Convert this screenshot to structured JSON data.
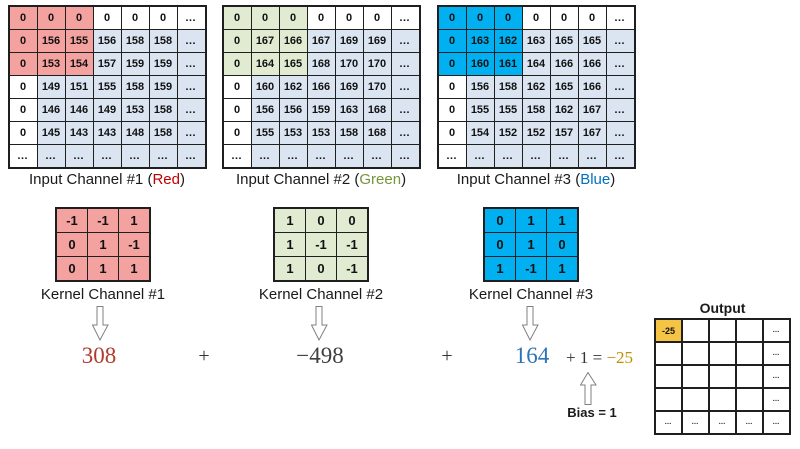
{
  "colors": {
    "pink": "#F4A2A0",
    "light_blue": "#DBE5F1",
    "light_green": "#E1EBD2",
    "bright_blue": "#00B0F0",
    "orange": "#F6C445",
    "red_text": "#C00000",
    "green_text": "#77933C",
    "blue_text": "#0070C0",
    "sum_red": "#B03A2E",
    "sum_dark": "#3F3F3F",
    "sum_blue": "#2E74B5",
    "sum_gold": "#BF8F00"
  },
  "icons": {
    "down_arrow": "hollow-block-arrow-down",
    "up_arrow": "hollow-block-arrow-up"
  },
  "channels": [
    {
      "label_prefix": "Input Channel #1 (",
      "label_color": "Red",
      "label_suffix": ")",
      "rows": [
        [
          "0",
          "0",
          "0",
          "0",
          "0",
          "0",
          "…"
        ],
        [
          "0",
          "156",
          "155",
          "156",
          "158",
          "158",
          "…"
        ],
        [
          "0",
          "153",
          "154",
          "157",
          "159",
          "159",
          "…"
        ],
        [
          "0",
          "149",
          "151",
          "155",
          "158",
          "159",
          "…"
        ],
        [
          "0",
          "146",
          "146",
          "149",
          "153",
          "158",
          "…"
        ],
        [
          "0",
          "145",
          "143",
          "143",
          "148",
          "158",
          "…"
        ],
        [
          "…",
          "…",
          "…",
          "…",
          "…",
          "…",
          "…"
        ]
      ],
      "cell_bg": [
        [
          "h",
          "h",
          "h",
          "w",
          "w",
          "w",
          "w"
        ],
        [
          "h",
          "h",
          "h",
          "b",
          "b",
          "b",
          "b"
        ],
        [
          "h",
          "h",
          "h",
          "b",
          "b",
          "b",
          "b"
        ],
        [
          "w",
          "b",
          "b",
          "b",
          "b",
          "b",
          "b"
        ],
        [
          "w",
          "b",
          "b",
          "b",
          "b",
          "b",
          "b"
        ],
        [
          "w",
          "b",
          "b",
          "b",
          "b",
          "b",
          "b"
        ],
        [
          "w",
          "b",
          "b",
          "b",
          "b",
          "b",
          "b"
        ]
      ]
    },
    {
      "label_prefix": "Input Channel #2 (",
      "label_color": "Green",
      "label_suffix": ")",
      "rows": [
        [
          "0",
          "0",
          "0",
          "0",
          "0",
          "0",
          "…"
        ],
        [
          "0",
          "167",
          "166",
          "167",
          "169",
          "169",
          "…"
        ],
        [
          "0",
          "164",
          "165",
          "168",
          "170",
          "170",
          "…"
        ],
        [
          "0",
          "160",
          "162",
          "166",
          "169",
          "170",
          "…"
        ],
        [
          "0",
          "156",
          "156",
          "159",
          "163",
          "168",
          "…"
        ],
        [
          "0",
          "155",
          "153",
          "153",
          "158",
          "168",
          "…"
        ],
        [
          "…",
          "…",
          "…",
          "…",
          "…",
          "…",
          "…"
        ]
      ],
      "cell_bg": [
        [
          "h",
          "h",
          "h",
          "w",
          "w",
          "w",
          "w"
        ],
        [
          "h",
          "h",
          "h",
          "b",
          "b",
          "b",
          "b"
        ],
        [
          "h",
          "h",
          "h",
          "b",
          "b",
          "b",
          "b"
        ],
        [
          "w",
          "b",
          "b",
          "b",
          "b",
          "b",
          "b"
        ],
        [
          "w",
          "b",
          "b",
          "b",
          "b",
          "b",
          "b"
        ],
        [
          "w",
          "b",
          "b",
          "b",
          "b",
          "b",
          "b"
        ],
        [
          "w",
          "b",
          "b",
          "b",
          "b",
          "b",
          "b"
        ]
      ]
    },
    {
      "label_prefix": "Input Channel #3 (",
      "label_color": "Blue",
      "label_suffix": ")",
      "rows": [
        [
          "0",
          "0",
          "0",
          "0",
          "0",
          "0",
          "…"
        ],
        [
          "0",
          "163",
          "162",
          "163",
          "165",
          "165",
          "…"
        ],
        [
          "0",
          "160",
          "161",
          "164",
          "166",
          "166",
          "…"
        ],
        [
          "0",
          "156",
          "158",
          "162",
          "165",
          "166",
          "…"
        ],
        [
          "0",
          "155",
          "155",
          "158",
          "162",
          "167",
          "…"
        ],
        [
          "0",
          "154",
          "152",
          "152",
          "157",
          "167",
          "…"
        ],
        [
          "…",
          "…",
          "…",
          "…",
          "…",
          "…",
          "…"
        ]
      ],
      "cell_bg": [
        [
          "h",
          "h",
          "h",
          "w",
          "w",
          "w",
          "w"
        ],
        [
          "h",
          "h",
          "h",
          "b",
          "b",
          "b",
          "b"
        ],
        [
          "h",
          "h",
          "h",
          "b",
          "b",
          "b",
          "b"
        ],
        [
          "w",
          "b",
          "b",
          "b",
          "b",
          "b",
          "b"
        ],
        [
          "w",
          "b",
          "b",
          "b",
          "b",
          "b",
          "b"
        ],
        [
          "w",
          "b",
          "b",
          "b",
          "b",
          "b",
          "b"
        ],
        [
          "w",
          "b",
          "b",
          "b",
          "b",
          "b",
          "b"
        ]
      ]
    }
  ],
  "kernels": [
    {
      "label": "Kernel Channel #1",
      "rows": [
        [
          "-1",
          "-1",
          "1"
        ],
        [
          "0",
          "1",
          "-1"
        ],
        [
          "0",
          "1",
          "1"
        ]
      ]
    },
    {
      "label": "Kernel Channel #2",
      "rows": [
        [
          "1",
          "0",
          "0"
        ],
        [
          "1",
          "-1",
          "-1"
        ],
        [
          "1",
          "0",
          "-1"
        ]
      ]
    },
    {
      "label": "Kernel Channel #3",
      "rows": [
        [
          "0",
          "1",
          "1"
        ],
        [
          "0",
          "1",
          "0"
        ],
        [
          "1",
          "-1",
          "1"
        ]
      ]
    }
  ],
  "sum": {
    "term1": "308",
    "plus1": "+",
    "term2": "−498",
    "plus2": "+",
    "term3": "164",
    "bias_expr_prefix": "+ 1 = ",
    "bias_result": "−25",
    "bias_label": "Bias = 1"
  },
  "output": {
    "title": "Output",
    "rows": [
      [
        "-25",
        "",
        "",
        "",
        "…"
      ],
      [
        "",
        "",
        "",
        "",
        "…"
      ],
      [
        "",
        "",
        "",
        "",
        "…"
      ],
      [
        "",
        "",
        "",
        "",
        "…"
      ],
      [
        "…",
        "…",
        "…",
        "…",
        "…"
      ]
    ],
    "cell_bg": [
      [
        "o",
        "w",
        "w",
        "w",
        "w"
      ],
      [
        "w",
        "w",
        "w",
        "w",
        "w"
      ],
      [
        "w",
        "w",
        "w",
        "w",
        "w"
      ],
      [
        "w",
        "w",
        "w",
        "w",
        "w"
      ],
      [
        "w",
        "w",
        "w",
        "w",
        "w"
      ]
    ]
  }
}
